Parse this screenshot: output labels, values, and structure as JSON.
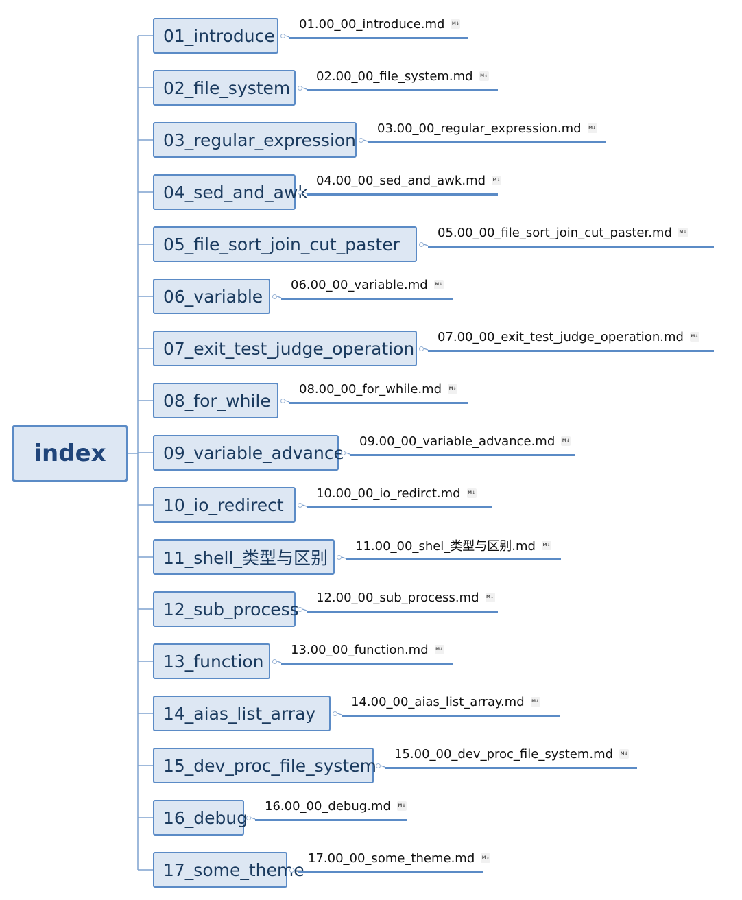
{
  "root": "index",
  "topics": [
    {
      "label": "01_introduce",
      "file": "01.00_00_introduce.md"
    },
    {
      "label": "02_file_system",
      "file": "02.00_00_file_system.md"
    },
    {
      "label": "03_regular_expression",
      "file": "03.00_00_regular_expression.md"
    },
    {
      "label": "04_sed_and_awk",
      "file": "04.00_00_sed_and_awk.md"
    },
    {
      "label": "05_file_sort_join_cut_paster",
      "file": "05.00_00_file_sort_join_cut_paster.md"
    },
    {
      "label": "06_variable",
      "file": "06.00_00_variable.md"
    },
    {
      "label": "07_exit_test_judge_operation",
      "file": "07.00_00_exit_test_judge_operation.md"
    },
    {
      "label": "08_for_while",
      "file": "08.00_00_for_while.md"
    },
    {
      "label": "09_variable_advance",
      "file": "09.00_00_variable_advance.md"
    },
    {
      "label": "10_io_redirect",
      "file": "10.00_00_io_redirct.md"
    },
    {
      "label": "11_shell_类型与区别",
      "file": "11.00_00_shel_类型与区别.md"
    },
    {
      "label": "12_sub_process",
      "file": "12.00_00_sub_process.md"
    },
    {
      "label": "13_function",
      "file": "13.00_00_function.md"
    },
    {
      "label": "14_aias_list_array",
      "file": "14.00_00_aias_list_array.md"
    },
    {
      "label": "15_dev_proc_file_system",
      "file": "15.00_00_dev_proc_file_system.md"
    },
    {
      "label": "16_debug",
      "file": "16.00_00_debug.md"
    },
    {
      "label": "17_some_theme",
      "file": "17.00_00_some_theme.md"
    }
  ],
  "file_icon": "markdown-icon",
  "colors": {
    "node_border": "#5b8bc6",
    "node_fill": "#dde7f3",
    "root_text": "#20457a",
    "connector": "#7fa2cf"
  }
}
